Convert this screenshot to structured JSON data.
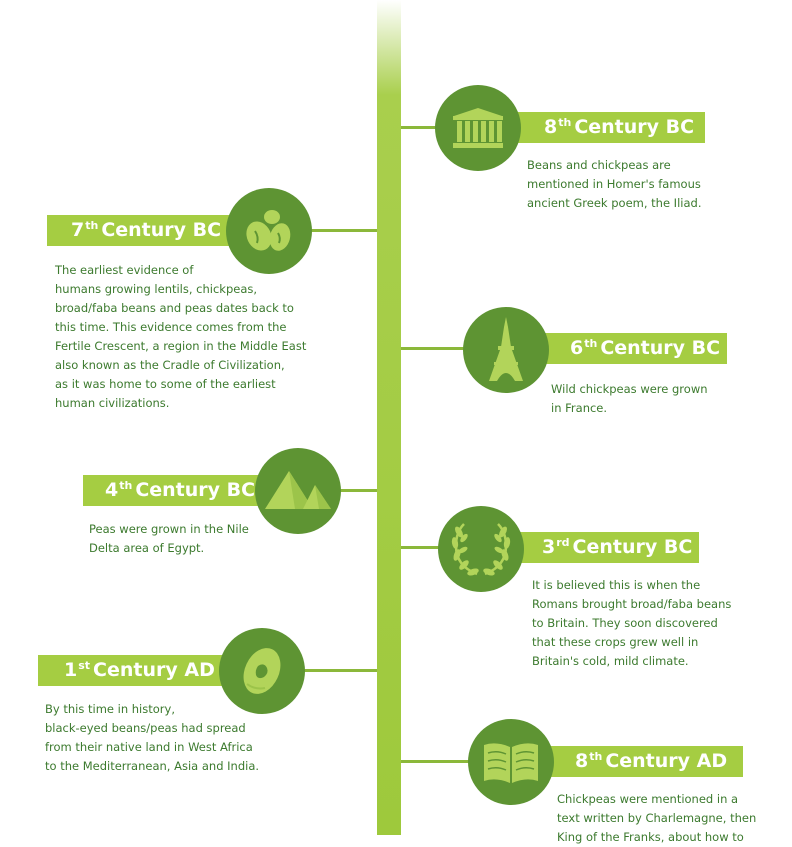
{
  "events": [
    {
      "id": "8th-century-bc",
      "ordinal": "8",
      "suffix": "th",
      "label": "Century BC",
      "icon": "temple-icon",
      "text": "Beans and chickpeas are\nmentioned in Homer's famous\nancient Greek poem, the Iliad."
    },
    {
      "id": "7th-century-bc",
      "ordinal": "7",
      "suffix": "th",
      "label": "Century BC",
      "icon": "beans-icon",
      "text": "The earliest evidence of\nhumans growing lentils, chickpeas,\nbroad/faba beans and peas dates back to\nthis time. This evidence comes from the\nFertile Crescent, a region in the Middle East\nalso known as the Cradle of Civilization,\nas it was home to some of the earliest\nhuman civilizations."
    },
    {
      "id": "6th-century-bc",
      "ordinal": "6",
      "suffix": "th",
      "label": "Century BC",
      "icon": "eiffel-tower-icon",
      "text": "Wild chickpeas were grown\nin France."
    },
    {
      "id": "4th-century-bc",
      "ordinal": "4",
      "suffix": "th",
      "label": "Century BC",
      "icon": "pyramids-icon",
      "text": "Peas were grown in the Nile\nDelta area of Egypt."
    },
    {
      "id": "3rd-century-bc",
      "ordinal": "3",
      "suffix": "rd",
      "label": "Century BC",
      "icon": "laurel-wreath-icon",
      "text": "It is believed this is when the\nRomans brought broad/faba beans\nto Britain. They soon discovered\nthat these crops grew well in\nBritain's cold, mild climate."
    },
    {
      "id": "1st-century-ad",
      "ordinal": "1",
      "suffix": "st",
      "label": "Century AD",
      "icon": "black-eyed-pea-icon",
      "text": "By this time in history,\nblack-eyed beans/peas had spread\nfrom their native land in West Africa\nto the Mediterranean, Asia and India."
    },
    {
      "id": "8th-century-ad",
      "ordinal": "8",
      "suffix": "th",
      "label": "Century AD",
      "icon": "open-book-icon",
      "text": "Chickpeas were mentioned in a\ntext written by Charlemagne, then\nKing of the Franks, about how to"
    }
  ],
  "colors": {
    "banner": "#a5cd42",
    "circle": "#5e9433",
    "text": "#3c7a2e",
    "spine": "#9ec93c"
  }
}
